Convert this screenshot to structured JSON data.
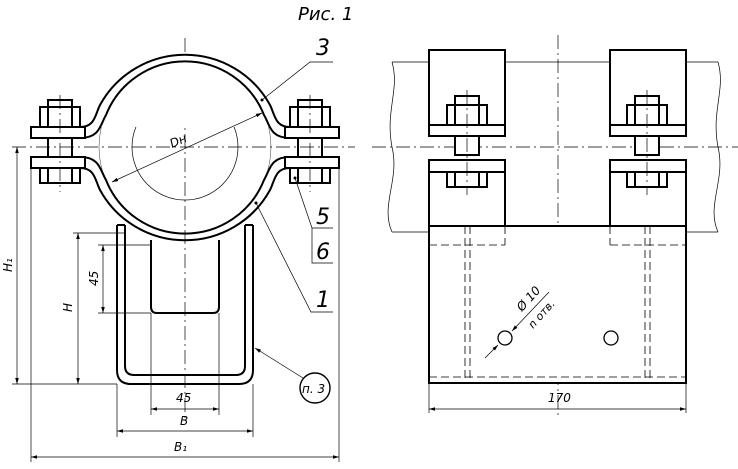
{
  "figure_title": "Рис. 1",
  "callouts": {
    "part_3": "3",
    "part_5": "5",
    "part_6": "6",
    "part_1": "1",
    "note_ref": "п. 3"
  },
  "front_view": {
    "diameter_label": "Dн",
    "dim_45_vertical": "45",
    "dim_H": "H",
    "dim_H1": "H₁",
    "dim_45_horizontal": "45",
    "dim_B": "B",
    "dim_B1": "B₁"
  },
  "side_view": {
    "hole_diameter": "Ø 10",
    "hole_count": "n отв.",
    "dim_width": "170"
  }
}
